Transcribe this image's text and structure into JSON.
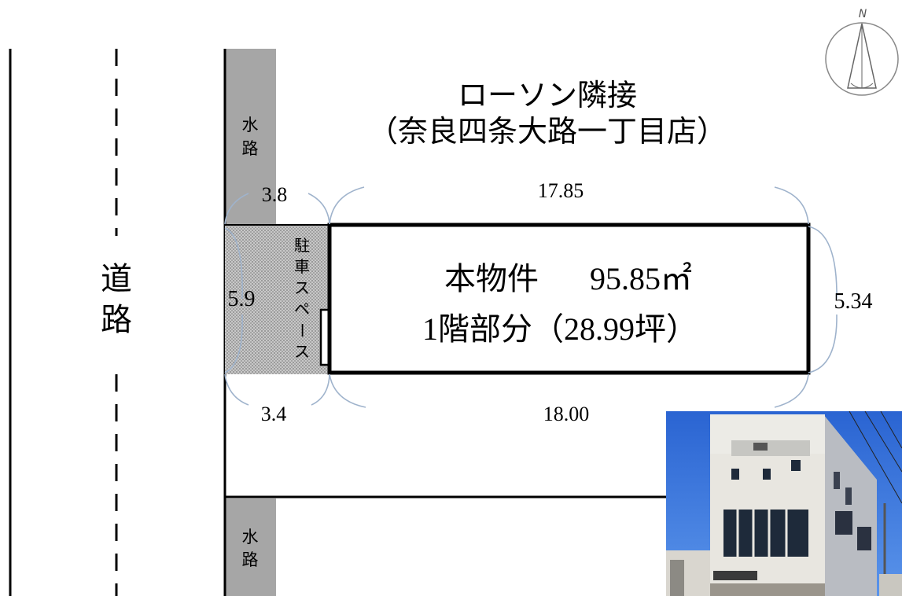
{
  "compass": {
    "label": "N"
  },
  "road": {
    "label_top": "道",
    "label_bottom": "路"
  },
  "waterway": {
    "label_top": "水",
    "label_bottom": "路"
  },
  "neighbor": {
    "line1": "ローソン隣接",
    "line2": "（奈良四条大路一丁目店）"
  },
  "parking": {
    "label": "駐車スペース",
    "chars": [
      "駐",
      "車",
      "ス",
      "ペ",
      "ー",
      "ス"
    ]
  },
  "dimensions": {
    "top_left": "3.8",
    "top_right": "17.85",
    "left_side": "5.9",
    "right_side": "5.34",
    "bottom_left": "3.4",
    "bottom_right": "18.00"
  },
  "property": {
    "line1_name": "本物件",
    "line1_area": "95.85㎡",
    "line2": "1階部分（28.99坪）"
  },
  "colors": {
    "waterway": "#a6a6a6",
    "parking_hatch": "#9a9a9a",
    "dimension_arc": "#9fb3cc",
    "sky": "#2f6fd6",
    "building": "#e8e6e0",
    "window": "#1e2a3a"
  }
}
